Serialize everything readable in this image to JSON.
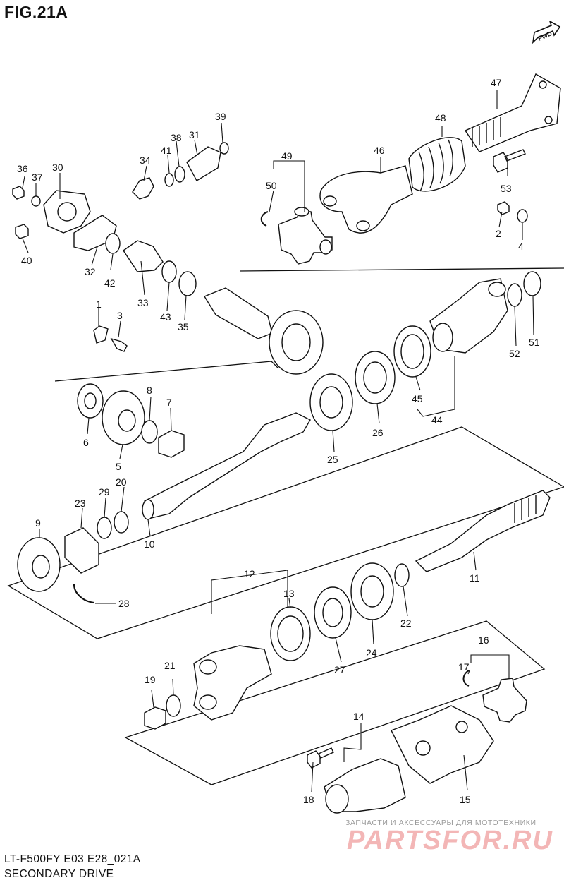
{
  "figure": {
    "title": "FIG.21A",
    "fwd_label": "FWD"
  },
  "footer": {
    "model_code": "LT-F500FY E03 E28_021A",
    "section_name": "SECONDARY DRIVE"
  },
  "watermark": {
    "tagline": "ЗАПЧАСТИ И АКСЕССУАРЫ ДЛЯ МОТОТЕХНИКИ",
    "brand": "PARTSFOR.RU",
    "color": "#f3b6b6"
  },
  "callouts": {
    "n1": "1",
    "n2": "2",
    "n3": "3",
    "n4": "4",
    "n5": "5",
    "n6": "6",
    "n7": "7",
    "n8": "8",
    "n9": "9",
    "n10": "10",
    "n11": "11",
    "n12": "12",
    "n13": "13",
    "n14": "14",
    "n15": "15",
    "n16": "16",
    "n17": "17",
    "n18": "18",
    "n19": "19",
    "n20": "20",
    "n21": "21",
    "n22": "22",
    "n23": "23",
    "n24": "24",
    "n25": "25",
    "n26": "26",
    "n27": "27",
    "n28": "28",
    "n29": "29",
    "n30": "30",
    "n31": "31",
    "n32": "32",
    "n33": "33",
    "n34": "34",
    "n35": "35",
    "n36": "36",
    "n37": "37",
    "n38": "38",
    "n39": "39",
    "n40": "40",
    "n41": "41",
    "n42": "42",
    "n43": "43",
    "n44": "44",
    "n45": "45",
    "n46": "46",
    "n47": "47",
    "n48": "48",
    "n49": "49",
    "n50": "50",
    "n51": "51",
    "n52": "52",
    "n53": "53"
  }
}
